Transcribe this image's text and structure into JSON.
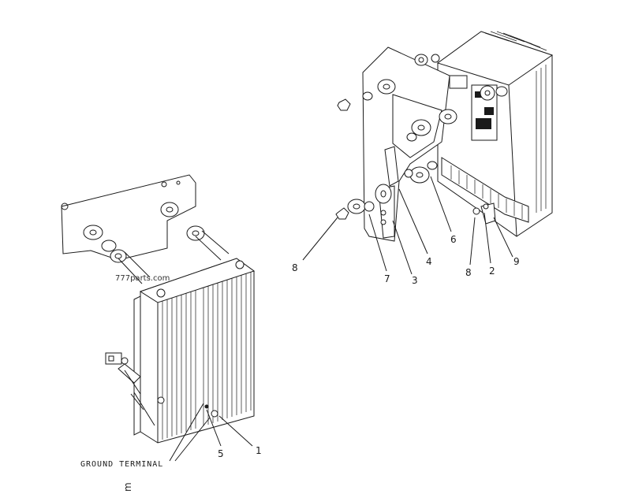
{
  "watermark": "777parts.com",
  "ground_terminal_label": "GROUND TERMINAL",
  "corner_mark": "m",
  "callouts": [
    "1",
    "2",
    "3",
    "4",
    "5",
    "6",
    "7",
    "8",
    "8",
    "9"
  ]
}
